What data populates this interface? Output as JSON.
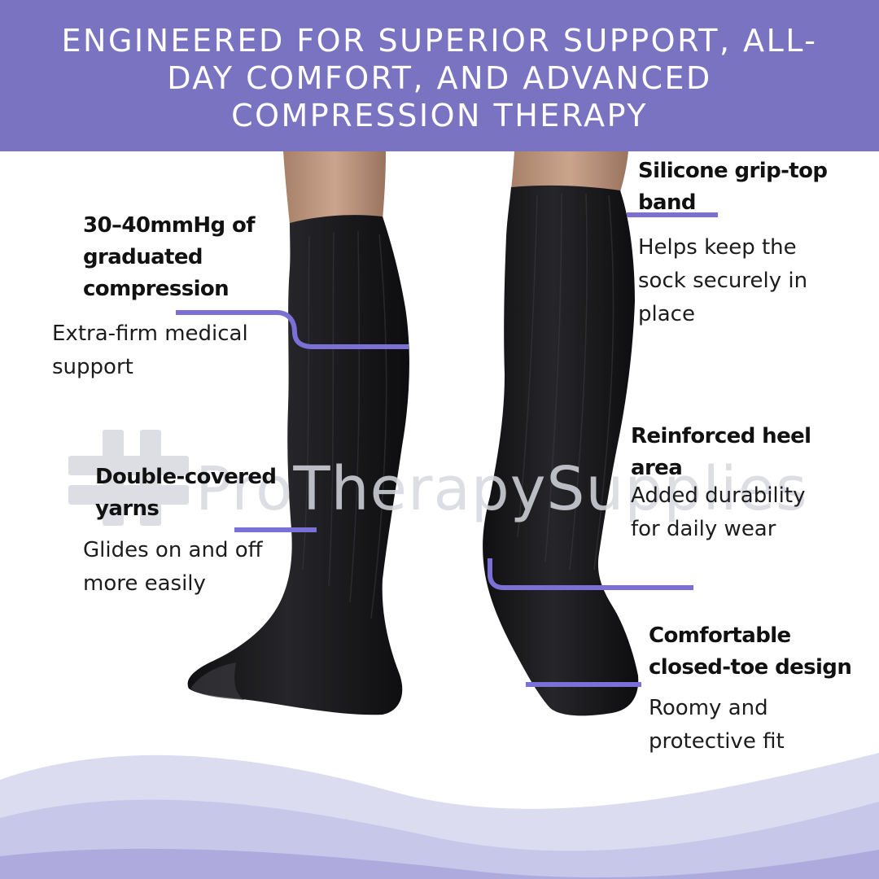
{
  "banner": {
    "headline": "ENGINEERED FOR SUPERIOR SUPPORT, ALL-DAY COMFORT, AND ADVANCED COMPRESSION THERAPY"
  },
  "watermark": {
    "text": "ProTherapySupplies"
  },
  "callouts": [
    {
      "title": "30–40mmHg of graduated compression",
      "description": "Extra-firm medical support"
    },
    {
      "title": "Silicone grip-top band",
      "description": "Helps keep the sock securely in place"
    },
    {
      "title": "Double-covered yarns",
      "description": "Glides on and off more easily"
    },
    {
      "title": "Reinforced heel area",
      "description": "Added durability for daily wear"
    },
    {
      "title": "Comfortable closed-toe design",
      "description": "Roomy and protective fit"
    }
  ],
  "colors": {
    "banner": "#7a73c2",
    "accent_line": "#7a70d6",
    "sock": "#1b1b1d",
    "skin": "#c09a82",
    "wave_light": "#dcdcf1",
    "wave_mid": "#c7c7ea",
    "wave_dark": "#aeaadd"
  }
}
